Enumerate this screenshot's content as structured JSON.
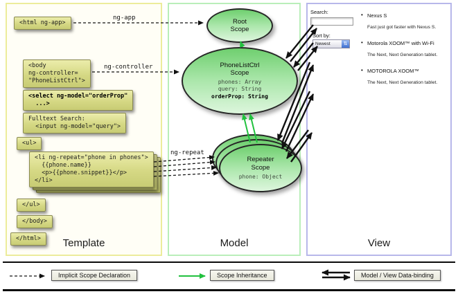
{
  "colors": {
    "scope_fill_green": "#6fcf6f",
    "inheritance_green": "#21c13e",
    "code_box_yellow": "#d5d884",
    "template_border": "#ecec9b",
    "model_border": "#b9eeb9",
    "view_border": "#b7b7ea"
  },
  "columns": {
    "template": {
      "label": "Template"
    },
    "model": {
      "label": "Model"
    },
    "view": {
      "label": "View"
    }
  },
  "template_code": {
    "html_open": "<html ng-app>",
    "body_open": "<body\nng-controller=\n\"PhoneListCtrl\">",
    "select_block": "<select ng-model=\"orderProp\"\n  ...>",
    "fulltext_block": "Fulltext Search:\n  <input ng-model=\"query\">",
    "ul_open": "<ul>",
    "li_repeat_block": "<li ng-repeat=\"phone in phones\">\n  {{phone.name}}\n  <p>{{phone.snippet}}</p>\n</li>",
    "ul_close": "</ul>",
    "body_close": "</body>",
    "html_close": "</html>"
  },
  "arrow_labels": {
    "ng_app": "ng-app",
    "ng_controller": "ng-controller",
    "ng_repeat": "ng-repeat"
  },
  "scopes": {
    "root": {
      "title": "Root\nScope"
    },
    "phone_list_ctrl": {
      "title": "PhoneListCtrl\nScope",
      "props": "phones: Array\nquery: String",
      "prop_bold": "orderProp: String"
    },
    "repeater": {
      "title": "Repeater\nScope",
      "prop": "phone: Object"
    }
  },
  "view": {
    "search_label": "Search:",
    "search_value": "",
    "sort_label": "Sort by:",
    "sort_selected": "Newest",
    "items": [
      {
        "title": "Nexus S",
        "description": "Fast just got faster with Nexus S."
      },
      {
        "title": "Motorola XOOM™ with Wi-Fi",
        "description": "The Next, Next Generation tablet."
      },
      {
        "title": "MOTOROLA XOOM™",
        "description": "The Next, Next Generation tablet."
      }
    ]
  },
  "legend": {
    "implicit_scope": "Implicit Scope Declaration",
    "scope_inheritance": "Scope Inheritance",
    "data_binding": "Model / View Data-binding"
  }
}
